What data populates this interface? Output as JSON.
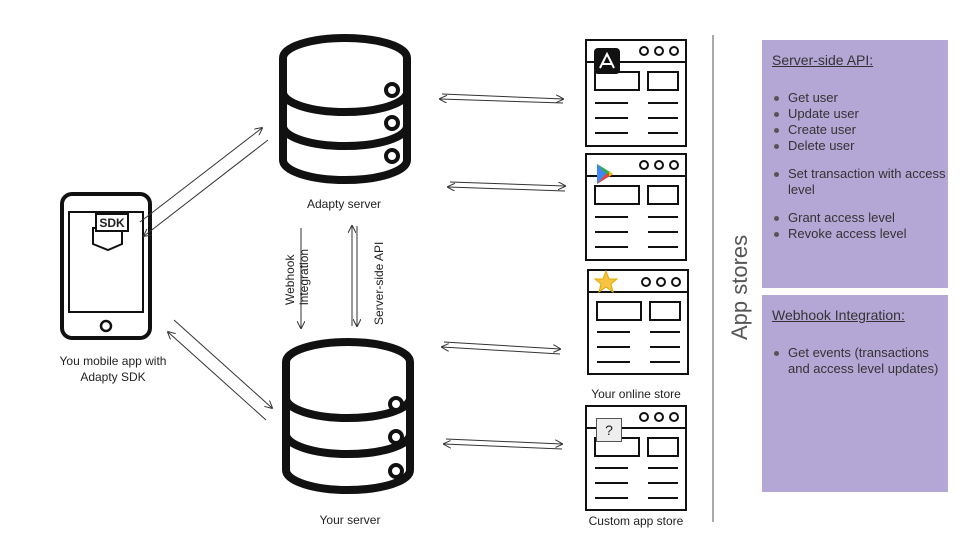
{
  "labels": {
    "adapty_server": "Adapty server",
    "your_server": "Your server",
    "mobile_app": "You mobile app with Adapty SDK",
    "webhook": "Webhook integration",
    "server_side_api": "Server-side API",
    "online_store": "Your online store",
    "custom_store": "Custom app store",
    "app_stores": "App stores",
    "sdk": "SDK",
    "question": "?"
  },
  "server_panel": {
    "title": "Server-side API:",
    "items": [
      "Get user",
      "Update user",
      "Create user",
      "Delete user",
      "Set transaction with access level",
      "Grant access level",
      "Revoke access level"
    ]
  },
  "webhook_panel": {
    "title": "Webhook Integration:",
    "items": [
      "Get events (transactions and access level updates)"
    ]
  },
  "colors": {
    "panel": "#b4a7d6",
    "line": "#333333"
  },
  "icons": [
    "app-store-icon",
    "google-play-icon",
    "star-icon",
    "database-icon",
    "phone-icon"
  ]
}
